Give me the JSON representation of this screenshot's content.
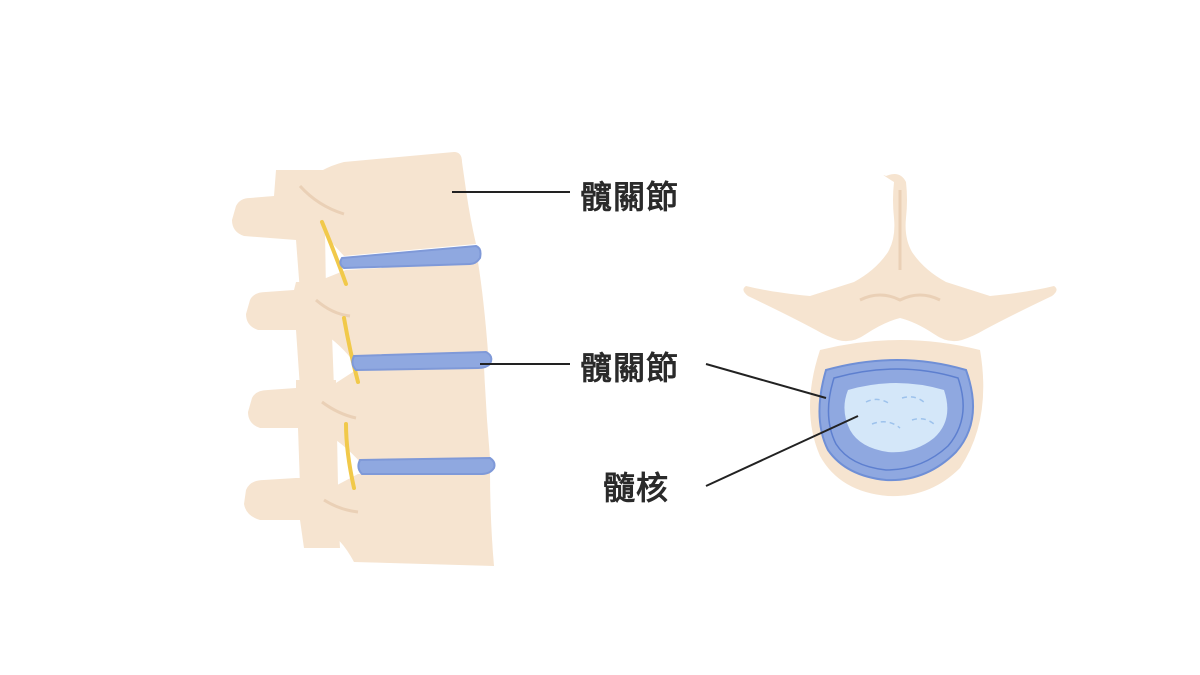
{
  "labels": {
    "top": "髖關節",
    "middle": "髖關節",
    "bottom": "髓核"
  },
  "colors": {
    "bone": "#f6e4d0",
    "bone_shade": "#ead0b6",
    "disc": "#8fa8e0",
    "disc_outer": "#6f8fd6",
    "nucleus": "#d4e7f9",
    "nerve": "#f1c94a",
    "line": "#222222",
    "text": "#2a2a2a"
  }
}
